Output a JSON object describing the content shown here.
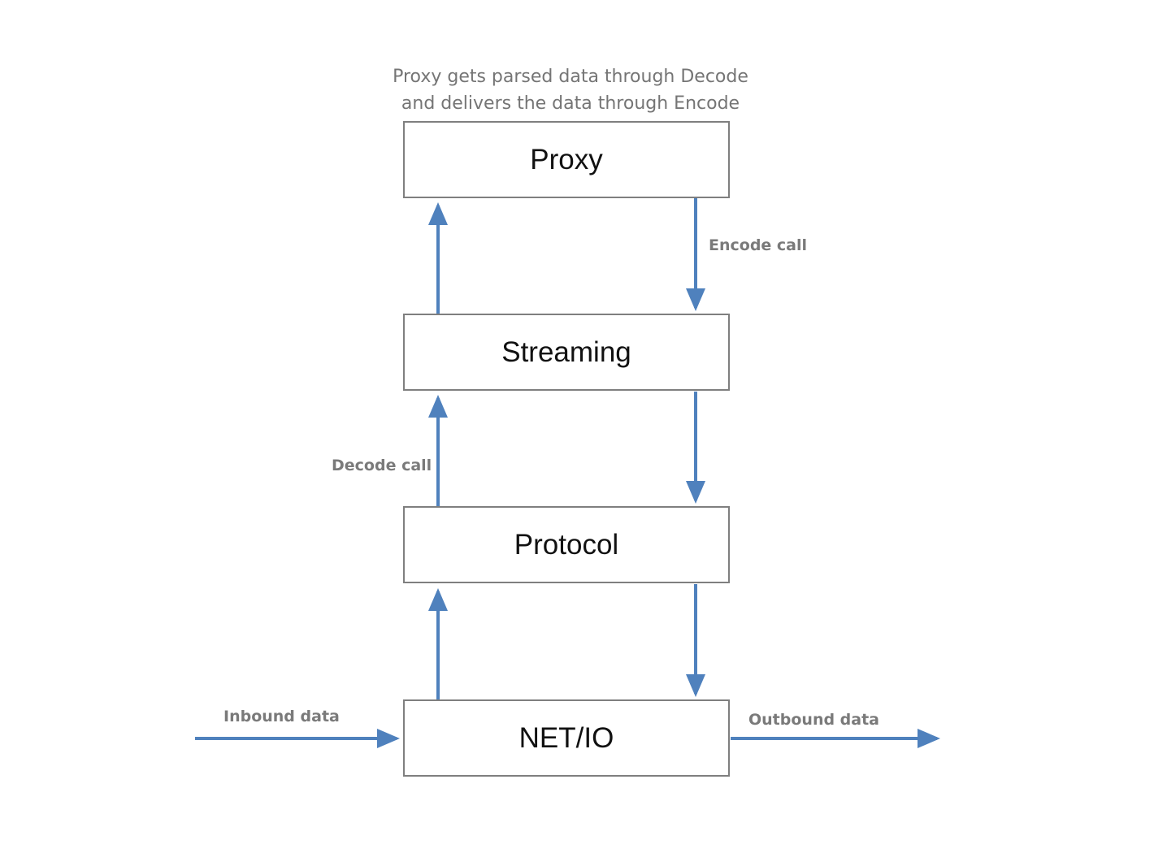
{
  "caption": {
    "line1": "Proxy gets parsed data through Decode",
    "line2": "and delivers the data through Encode"
  },
  "layers": {
    "proxy": "Proxy",
    "streaming": "Streaming",
    "protocol": "Protocol",
    "netio": "NET/IO"
  },
  "labels": {
    "encode_call": "Encode call",
    "decode_call": "Decode call",
    "inbound_data": "Inbound data",
    "outbound_data": "Outbound data"
  },
  "colors": {
    "arrow": "#4f81bd",
    "box_border": "#7f7f7f",
    "label_text": "#7a7a7a"
  }
}
